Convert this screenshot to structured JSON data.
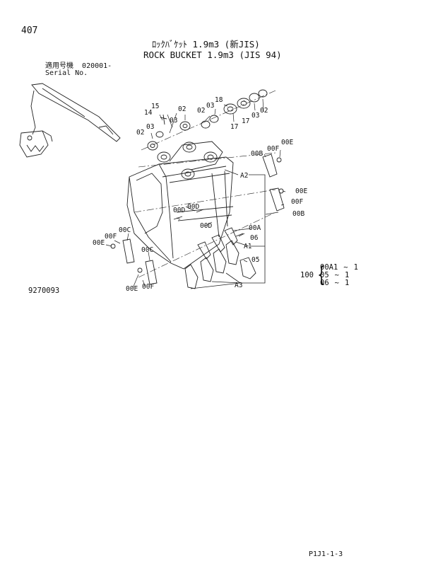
{
  "page_number": "407",
  "title_jp": "ﾛｯｸﾊﾞｹｯﾄ 1.9m3 (新JIS)",
  "title_en": "ROCK BUCKET 1.9m3 (JIS 94)",
  "serial": {
    "label_jp": "適用号機",
    "label_en": "Serial No.",
    "value": "020001-"
  },
  "drawing_number": "9270093",
  "footer_code": "P1J1-1-3",
  "part_callouts": [
    "15",
    "14",
    "02",
    "03",
    "03",
    "02",
    "18",
    "03",
    "02",
    "17",
    "17",
    "03",
    "02",
    "00E",
    "00F",
    "00B",
    "A2",
    "00E",
    "00F",
    "00B",
    "00D",
    "00D",
    "00D",
    "00A",
    "06",
    "A1",
    "05",
    "A3",
    "00C",
    "00F",
    "00E",
    "00C",
    "00E",
    "00F"
  ],
  "quantity_table": {
    "prefix": "100",
    "rows": [
      {
        "part": "00A1",
        "sep": "~",
        "qty": "1"
      },
      {
        "part": "05",
        "sep": "~",
        "qty": "1"
      },
      {
        "part": "06",
        "sep": "~",
        "qty": "1"
      }
    ]
  }
}
